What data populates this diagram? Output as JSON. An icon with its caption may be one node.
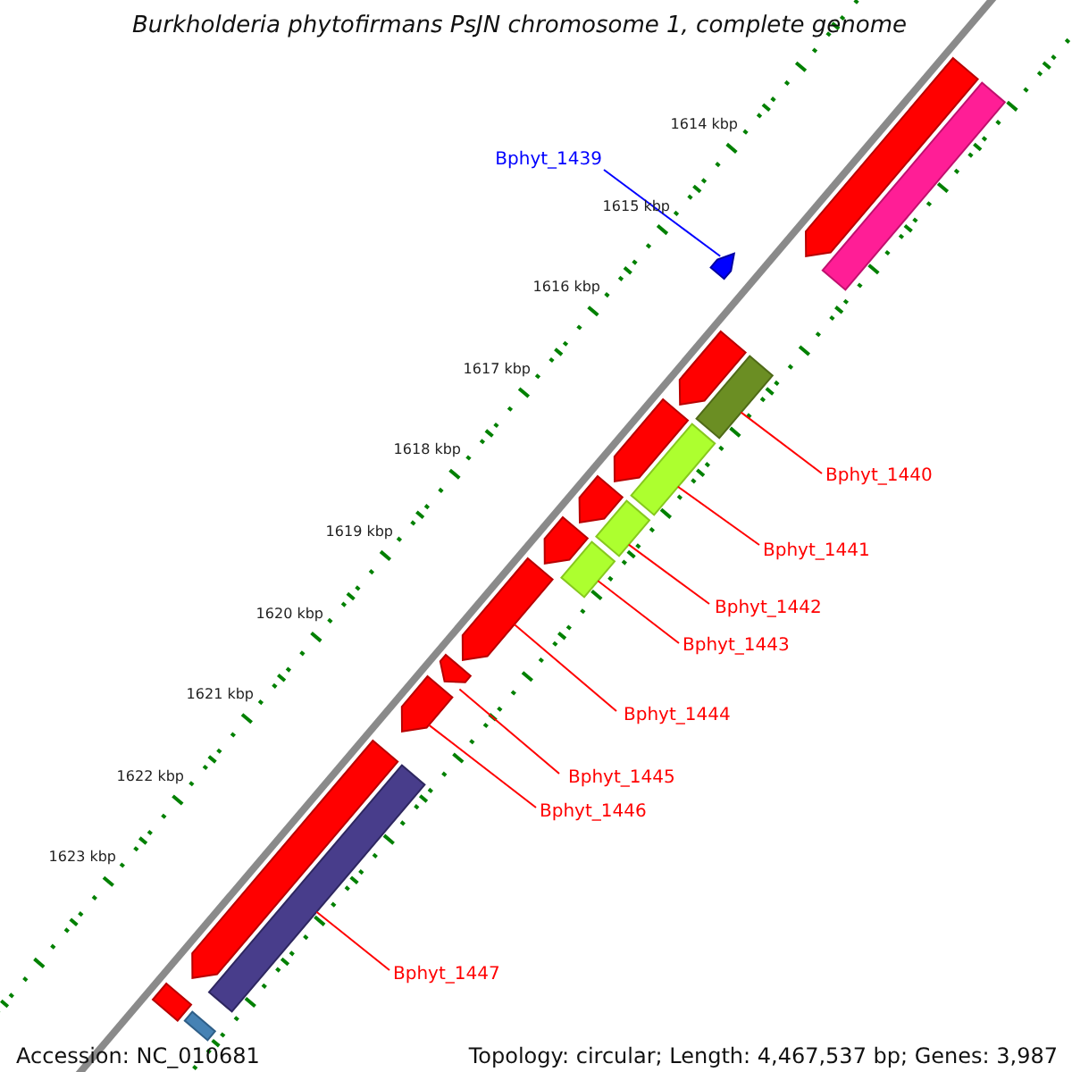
{
  "diagram": {
    "title": "Burkholderia phytofirmans PsJN chromosome 1, complete genome",
    "nodes": [
      {
        "text": [
          "Bphyt_1439"
        ]
      },
      {
        "text": [
          "Bphyt_1440"
        ]
      },
      {
        "text": [
          "Bphyt_1441"
        ]
      },
      {
        "text": [
          "Bphyt_1442"
        ]
      },
      {
        "text": [
          "Bphyt_1443"
        ]
      },
      {
        "text": [
          "Bphyt_1444"
        ]
      },
      {
        "text": [
          "Bphyt_1445"
        ]
      },
      {
        "text": [
          "Bphyt_1446"
        ]
      },
      {
        "text": [
          "Bphyt_1447"
        ]
      },
      {
        "text": [],
        "shape": "arrow"
      },
      {
        "text": [],
        "shape": "bar"
      },
      {
        "text": [],
        "shape": "arrow"
      },
      {
        "text": [],
        "shape": "arrow"
      },
      {
        "text": [],
        "shape": "bar"
      },
      {
        "text": [],
        "shape": "arrow"
      },
      {
        "text": [],
        "shape": "bar"
      },
      {
        "text": [],
        "shape": "arrow"
      },
      {
        "text": [],
        "shape": "bar"
      },
      {
        "text": [],
        "shape": "arrow"
      },
      {
        "text": [],
        "shape": "bar"
      },
      {
        "text": [],
        "shape": "arrow"
      },
      {
        "text": [],
        "shape": "arrow"
      },
      {
        "text": [],
        "shape": "arrow"
      },
      {
        "text": [],
        "shape": "arrow"
      },
      {
        "text": [],
        "shape": "bar"
      },
      {
        "text": [],
        "shape": "bar"
      },
      {
        "text": [],
        "shape": "bar"
      }
    ],
    "edges": [
      {
        "from": 0,
        "to": 11,
        "arrow": "none",
        "color": "#0000ff"
      },
      {
        "from": 1,
        "to": 13,
        "arrow": "none"
      },
      {
        "from": 2,
        "to": 15,
        "arrow": "none"
      },
      {
        "from": 3,
        "to": 17,
        "arrow": "none"
      },
      {
        "from": 4,
        "to": 19,
        "arrow": "none"
      },
      {
        "from": 5,
        "to": 20,
        "arrow": "none"
      },
      {
        "from": 6,
        "to": 21,
        "arrow": "none"
      },
      {
        "from": 7,
        "to": 22,
        "arrow": "none"
      },
      {
        "from": 8,
        "to": 24,
        "arrow": "none"
      }
    ],
    "labels": [
      "1614 kbp",
      "1615 kbp",
      "1616 kbp",
      "1617 kbp",
      "1618 kbp",
      "1619 kbp",
      "1620 kbp",
      "1621 kbp",
      "1622 kbp",
      "1623 kbp",
      "Accession: NC_010681",
      "Topology: circular; Length: 4,467,537 bp; Genes: 3,987"
    ]
  }
}
